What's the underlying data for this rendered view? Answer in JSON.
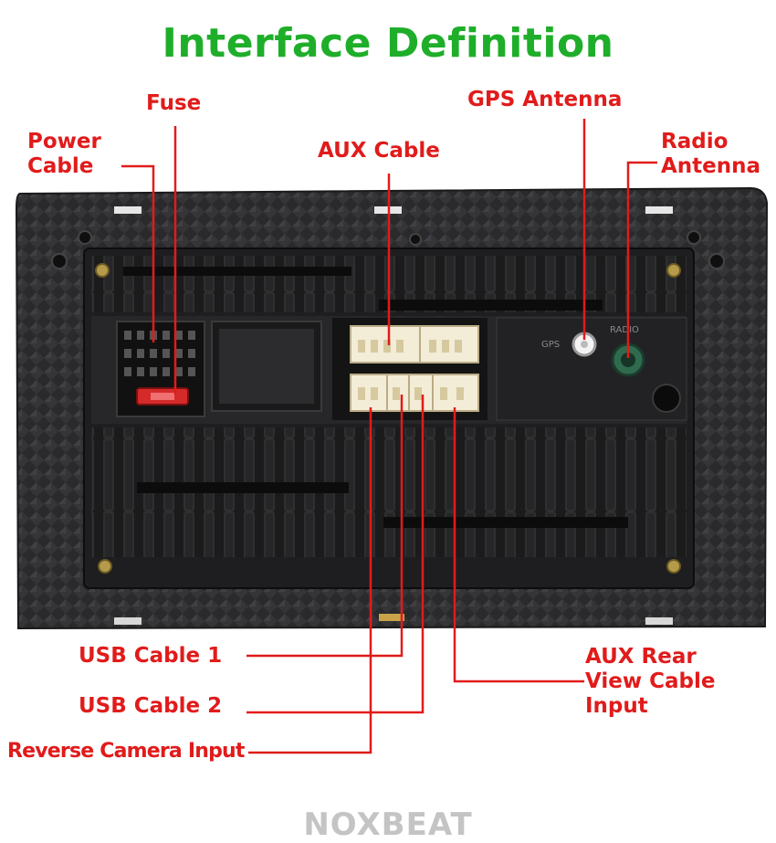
{
  "title": "Interface Definition",
  "labels": {
    "fuse": "Fuse",
    "power_cable_1": "Power",
    "power_cable_2": "Cable",
    "aux_cable": "AUX Cable",
    "gps_antenna": "GPS Antenna",
    "radio_antenna_1": "Radio",
    "radio_antenna_2": "Antenna",
    "usb_cable_1": "USB Cable 1",
    "usb_cable_2": "USB Cable 2",
    "reverse_camera": "Reverse Camera Input",
    "aux_rear_1": "AUX Rear",
    "aux_rear_2": "View Cable",
    "aux_rear_3": "Input"
  },
  "panel_marks": {
    "gps": "GPS",
    "radio": "RADIO"
  },
  "watermark": "NOXBEAT",
  "colors": {
    "title": "#1fae2a",
    "label": "#e11b1b",
    "watermark": "#c4c4c4"
  }
}
